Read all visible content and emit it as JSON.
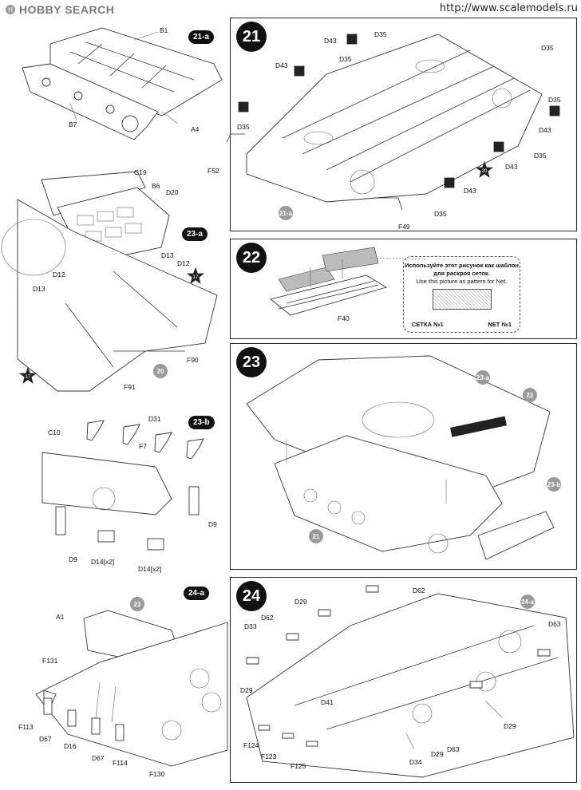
{
  "watermark": {
    "left": "HOBBY SEARCH",
    "right": "http://www.scalemodels.ru"
  },
  "steps": {
    "s21a": {
      "tag": "21-a",
      "labels": [
        "B1",
        "B7",
        "A4"
      ]
    },
    "s21": {
      "num": "21",
      "labels": [
        "D35",
        "D43",
        "D35",
        "D35",
        "D43",
        "D35",
        "D43",
        "D35",
        "F52",
        "D35",
        "D43",
        "D43",
        "D35",
        "F49"
      ],
      "badge_ref": "21-a",
      "star_ref": "20"
    },
    "s22": {
      "num": "22",
      "part": "F40",
      "note_ru": "Используйте этот рисунок как шаблон для раскроя сеток.",
      "note_en": "Use this picture as pattern for Net.",
      "net_ru": "СЕТКА №1",
      "net_en": "NET №1"
    },
    "s23a": {
      "tag": "23-a",
      "labels": [
        "C19",
        "B6",
        "D20",
        "D13",
        "D12",
        "D12",
        "D13",
        "F90",
        "F91"
      ],
      "star_ref": "17",
      "badge_ref": "20"
    },
    "s23": {
      "num": "23",
      "refs": [
        "23-a",
        "22",
        "21",
        "23-b"
      ]
    },
    "s23b": {
      "tag": "23-b",
      "labels": [
        "C10",
        "D31",
        "F7",
        "D9",
        "D9",
        "D14[x2]",
        "D14[x2]"
      ]
    },
    "s24a": {
      "tag": "24-a",
      "badge_ref": "23",
      "labels": [
        "A1",
        "F131",
        "F113",
        "D67",
        "D16",
        "D67",
        "F114",
        "F130"
      ]
    },
    "s24": {
      "num": "24",
      "badge_ref": "24-a",
      "labels": [
        "D29",
        "D62",
        "D33",
        "D62",
        "D29",
        "D41",
        "D63",
        "D29",
        "F124",
        "F123",
        "F125",
        "D34",
        "D29",
        "D63"
      ]
    }
  }
}
